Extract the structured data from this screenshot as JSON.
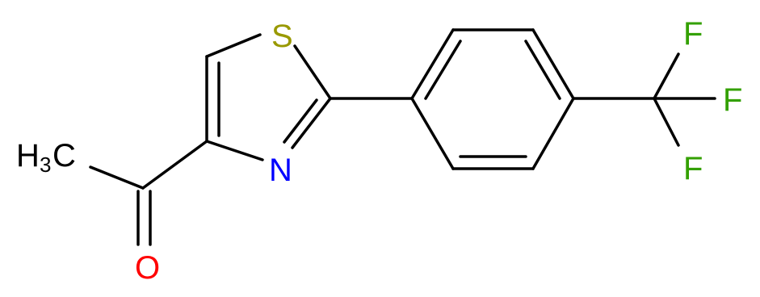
{
  "molecule": {
    "atoms": {
      "sulfur": "S",
      "nitrogen": "N",
      "oxygen": "O",
      "fluorine_1": "F",
      "fluorine_2": "F",
      "fluorine_3": "F",
      "methyl_h": "H",
      "methyl_sub": "3",
      "methyl_c": "C"
    },
    "colors": {
      "sulfur": "#999900",
      "nitrogen": "#0000ff",
      "oxygen": "#ff0000",
      "fluorine": "#33a000",
      "carbon": "#000000"
    }
  }
}
